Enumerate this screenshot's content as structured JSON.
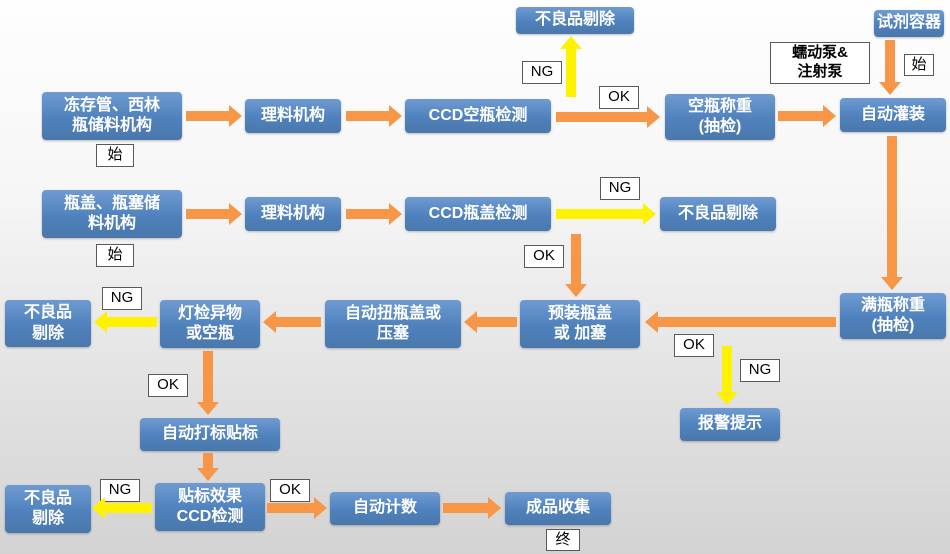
{
  "colors": {
    "node_blue": "#4f81bd",
    "arrow_orange": "#f79646",
    "arrow_yellow": "#fff200",
    "label_border": "#595959"
  },
  "nodes": {
    "reject_top": "不良品剔除",
    "reagent_container": "试剂容器",
    "tube_storage": "冻存管、西林\n瓶储料机构",
    "feeder1": "理料机构",
    "ccd_empty": "CCD空瓶检测",
    "empty_weigh": "空瓶称重\n(抽检)",
    "auto_fill": "自动灌装",
    "cap_storage": "瓶盖、瓶塞储\n料机构",
    "feeder2": "理料机构",
    "ccd_cap": "CCD瓶盖检测",
    "reject_cap": "不良品剔除",
    "full_weigh": "满瓶称重\n(抽检)",
    "precap": "预装瓶盖\n或 加塞",
    "screw_cap": "自动扭瓶盖或\n压塞",
    "light_inspect": "灯检异物\n或空瓶",
    "reject_mid": "不良品\n剔除",
    "alarm": "报警提示",
    "labeling": "自动打标贴标",
    "label_ccd": "贴标效果\nCCD检测",
    "reject_bottom": "不良品\n剔除",
    "counting": "自动计数",
    "collect": "成品收集"
  },
  "labels": {
    "pump": "蠕动泵&\n注射泵",
    "start_right": "始",
    "start_tube": "始",
    "start_cap": "始",
    "end": "终",
    "ng_empty": "NG",
    "ok_empty": "OK",
    "ng_cap": "NG",
    "ok_cap": "OK",
    "ok_full": "OK",
    "ng_full": "NG",
    "ng_light": "NG",
    "ok_light": "OK",
    "ng_labelccd": "NG",
    "ok_labelccd": "OK"
  }
}
